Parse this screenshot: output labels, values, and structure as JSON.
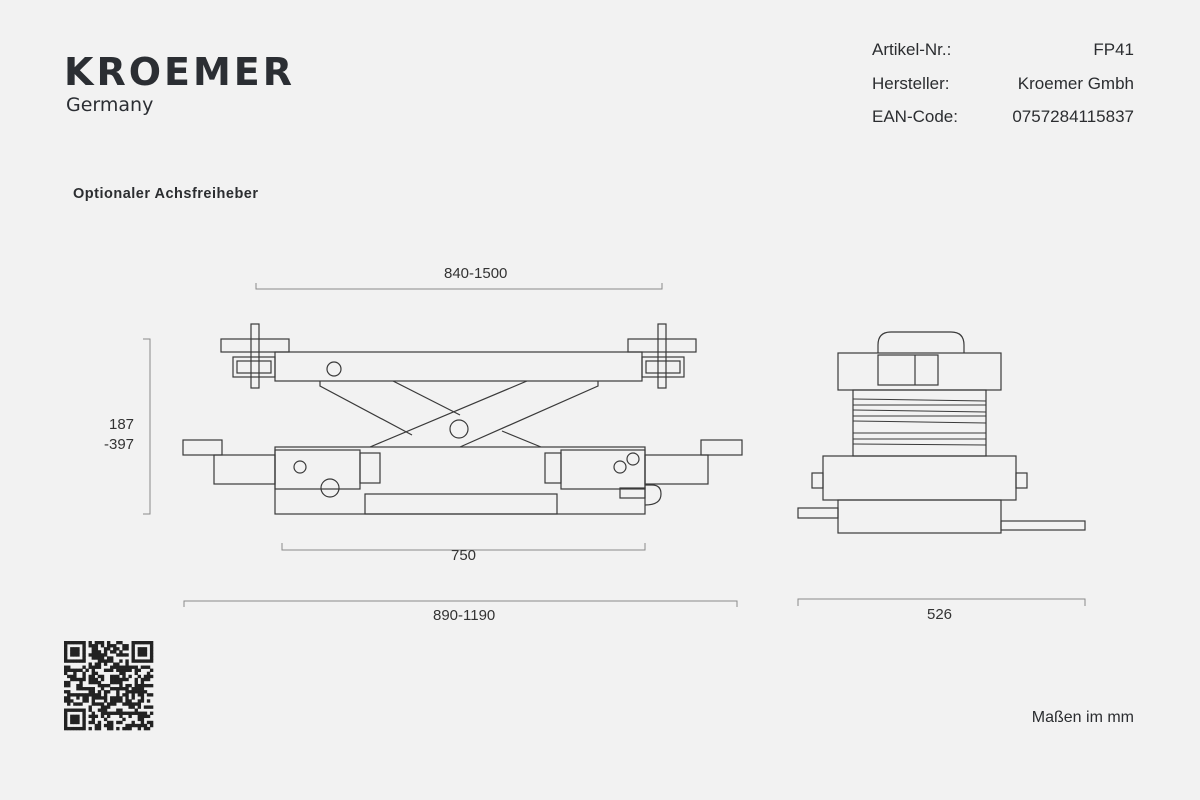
{
  "logo": {
    "brand": "KROEMER",
    "subtitle": "Germany"
  },
  "info": [
    {
      "label": "Artikel-Nr.:",
      "value": "FP41"
    },
    {
      "label": "Hersteller:",
      "value": "Kroemer Gmbh"
    },
    {
      "label": "EAN-Code:",
      "value": "0757284115837"
    }
  ],
  "title": "Optionaler Achsfreiheber",
  "dimensions": {
    "top_width": "840-1500",
    "height_min": "187",
    "height_max": "-397",
    "base_length": "750",
    "overall_length": "890-1190",
    "front_width": "526"
  },
  "units_note": "Maßen im mm",
  "colors": {
    "line": "#3a3a3a",
    "dim_line": "#8a8a8a",
    "background": "#f2f2f2"
  }
}
